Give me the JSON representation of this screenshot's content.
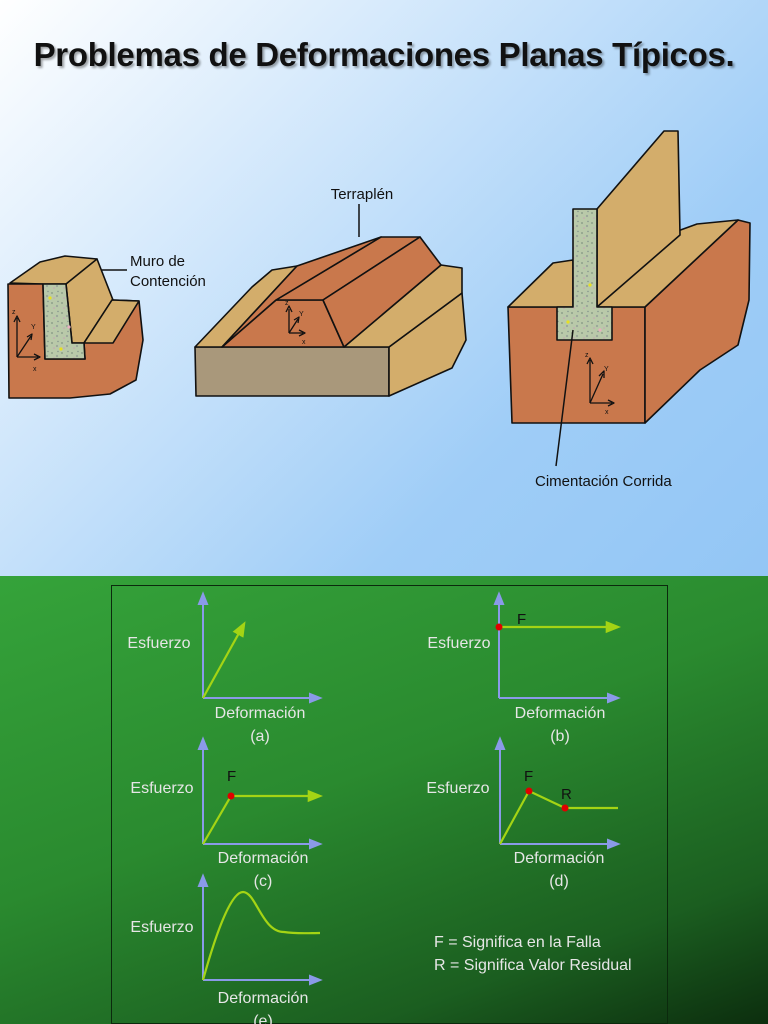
{
  "title": "Problemas de Deformaciones Planas Típicos.",
  "labels": {
    "muro": [
      "Muro de",
      "Contención"
    ],
    "terraplen": "Terraplén",
    "cimentacion": "Cimentación Corrida"
  },
  "axes": {
    "z": "z",
    "y": "Y",
    "x": "x"
  },
  "graphs": {
    "ylabel": "Esfuerzo",
    "xlabel": "Deformación",
    "captions": [
      "(a)",
      "(b)",
      "(c)",
      "(d)",
      "(e)"
    ],
    "point_f": "F",
    "point_r": "R"
  },
  "legend": {
    "line1": "F = Significa en la Falla",
    "line2": "R = Significa Valor Residual"
  },
  "colors": {
    "soil_top": "#d3ad6b",
    "soil_side": "#c9784c",
    "concrete": "#b5c7a7",
    "curve": "#a4d414",
    "axis": "#8a9ae8",
    "failure_point": "#e00000"
  }
}
